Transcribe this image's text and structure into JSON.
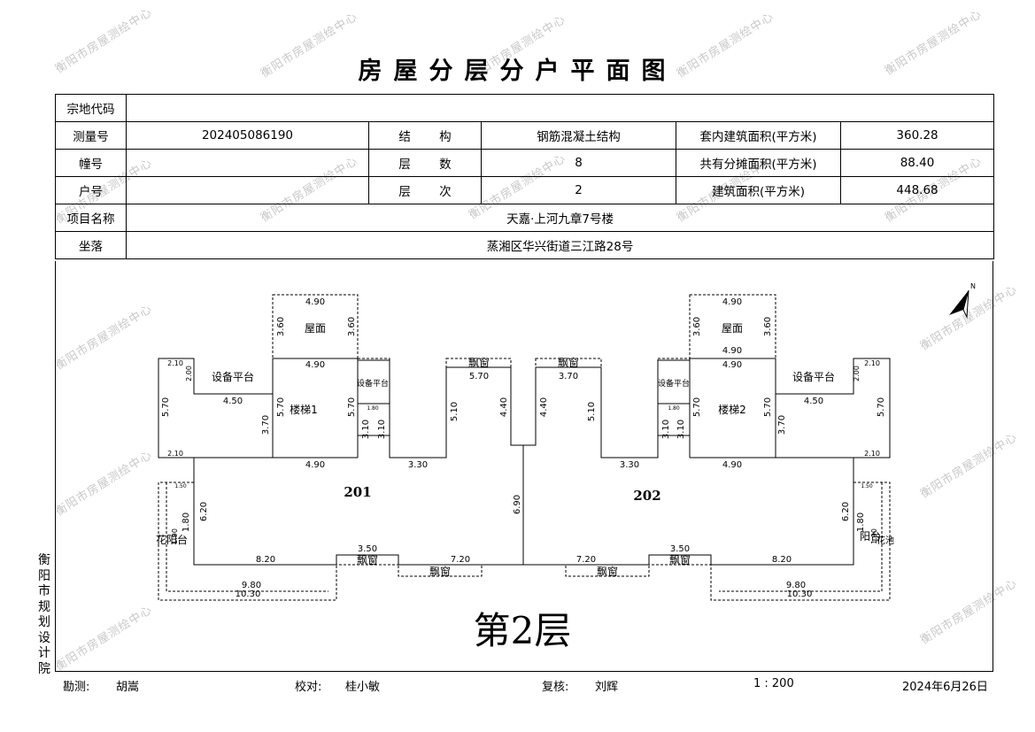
{
  "title": "房屋分层分户平面图",
  "info": {
    "zongdi_label": "宗地代码",
    "zongdi_value": "",
    "celianghao_label": "测量号",
    "celianghao_value": "202405086190",
    "jiegou_label": "结 构",
    "jiegou_value": "钢筋混凝土结构",
    "taonei_label": "套内建筑面积(平方米)",
    "taonei_value": "360.28",
    "zhuanghao_label": "幢号",
    "zhuanghao_value": "",
    "censhu_label": "层 数",
    "censhu_value": "8",
    "gongyou_label": "共有分摊面积(平方米)",
    "gongyou_value": "88.40",
    "huhao_label": "户号",
    "huhao_value": "",
    "cenci_label": "层 次",
    "cenci_value": "2",
    "jianzhu_label": "建筑面积(平方米)",
    "jianzhu_value": "448.68",
    "xiangmu_label": "项目名称",
    "xiangmu_value": "天嘉·上河九章7号楼",
    "zuoluo_label": "坐落",
    "zuoluo_value": "蒸湘区华兴街道三江路28号"
  },
  "plan": {
    "floor_label": "第2层",
    "units": [
      "201",
      "202"
    ],
    "rooms": {
      "roof": "屋面",
      "stair1": "楼梯1",
      "stair2": "楼梯2",
      "equipment": "设备平台",
      "equipment_small": "设备平台",
      "bay_window": "飘窗",
      "balcony_left": "花阳台",
      "balcony_right": "阳台",
      "flower_pool": "花池"
    },
    "dims": [
      "4.90",
      "3.60",
      "5.70",
      "3.70",
      "2.10",
      "2.00",
      "4.50",
      "3.10",
      "1.80",
      "3.30",
      "5.10",
      "4.40",
      "6.90",
      "6.20",
      "8.20",
      "9.80",
      "10.30",
      "3.50",
      "7.20",
      "1.50",
      "1.90"
    ]
  },
  "side_text": "衡阳市规划设计院",
  "footer": {
    "kance_label": "勘测:",
    "kance_name": "胡嵩",
    "jiaodui_label": "校对:",
    "jiaodui_name": "桂小敏",
    "fuhe_label": "复核:",
    "fuhe_name": "刘辉",
    "scale": "1 : 200",
    "date": "2024年6月26日"
  },
  "watermark": "衡阳市房屋测绘中心",
  "north_label": "N"
}
